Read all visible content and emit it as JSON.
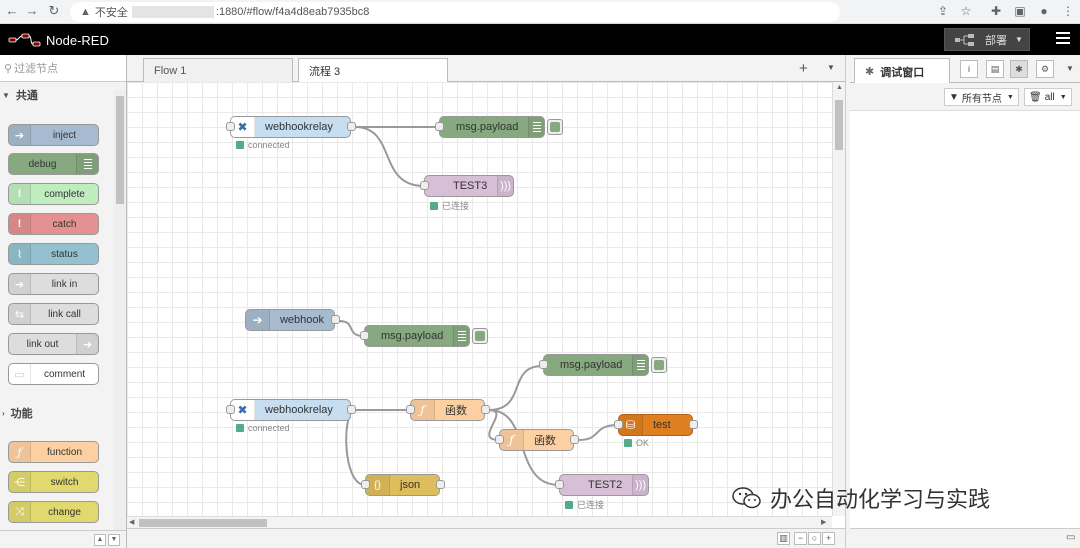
{
  "browser": {
    "security_label": "不安全",
    "url": ":1880/#flow/f4a4d8eab7935bc8"
  },
  "header": {
    "app_title": "Node-RED",
    "deploy_label": "部署"
  },
  "palette": {
    "filter_placeholder": "过滤节点",
    "categories": [
      {
        "label": "共通",
        "nodes": [
          "inject",
          "debug",
          "complete",
          "catch",
          "status",
          "link in",
          "link call",
          "link out",
          "comment"
        ]
      },
      {
        "label": "功能",
        "nodes": [
          "function",
          "switch",
          "change"
        ]
      }
    ]
  },
  "workspace": {
    "tabs": [
      "Flow 1",
      "流程 3"
    ],
    "active_tab": "流程 3",
    "nodes": {
      "webhookrelay_1": "webhookrelay",
      "webhookrelay_1_status": "connected",
      "payload_1": "msg.payload",
      "test3": "TEST3",
      "test3_status": "已连接",
      "webhook": "webhook",
      "payload_2": "msg.payload",
      "payload_3": "msg.payload",
      "webhookrelay_2": "webhookrelay",
      "webhookrelay_2_status": "connected",
      "func_1": "函数",
      "func_2": "函数",
      "test_db": "test",
      "test_db_status": "OK",
      "json": "json",
      "test2": "TEST2",
      "test2_status": "已连接"
    }
  },
  "sidebar": {
    "active_tab": "调试窗口",
    "filter_nodes": "所有节点",
    "filter_level": "all"
  },
  "watermark": "办公自动化学习与实践",
  "colors": {
    "header_bg": "#000000",
    "inject": "#a6bbcf",
    "debug": "#87a980",
    "complete": "#c0edc0",
    "catch": "#e49191",
    "status": "#94c1d0",
    "link": "#dddddd",
    "function": "#fdd0a2",
    "switch": "#e2d96e",
    "change": "#e2d96e",
    "webhookrelay": "#c7ddf0",
    "mqtt_like": "#d8bfd8",
    "db": "#e07f1f",
    "json": "#debd5c"
  }
}
